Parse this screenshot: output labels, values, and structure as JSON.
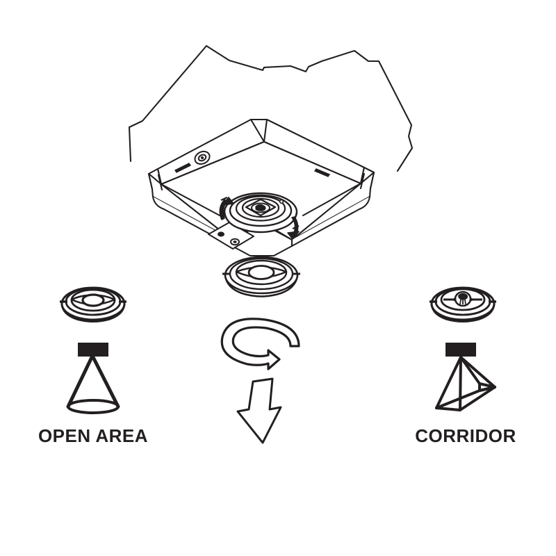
{
  "diagram": {
    "title": "Ceiling-mount detector lens selection and rotation diagram",
    "type": "technical-line-art",
    "colors": {
      "stroke": "#231f20",
      "fill_solid": "#231f20",
      "background": "#ffffff"
    },
    "labels": [
      {
        "id": "open-area",
        "text": "OPEN AREA"
      },
      {
        "id": "corridor",
        "text": "CORRIDOR"
      }
    ],
    "parts": [
      {
        "name": "ceiling-cutaway",
        "description": "jagged torn ceiling outline behind the detector"
      },
      {
        "name": "detector-housing",
        "description": "square ceiling-mount detector body in isometric view"
      },
      {
        "name": "side-indicator-led",
        "description": "small round LED on left side face"
      },
      {
        "name": "side-vent-slot",
        "description": "slot vent on left side face"
      },
      {
        "name": "side-vent-slot-right",
        "description": "slot vent on right side face"
      },
      {
        "name": "lens-socket",
        "description": "circular recessed lens socket on underside with rotation arrows"
      },
      {
        "name": "terminal-plate",
        "description": "small rectangular plate with two screw holes"
      },
      {
        "name": "lens-cap-installed",
        "description": "open-area lens cap detached below the socket"
      },
      {
        "name": "lens-open-area",
        "description": "open-area lens disc with bidirectional centre bar"
      },
      {
        "name": "lens-corridor",
        "description": "corridor lens disc with inward facing arrows"
      },
      {
        "name": "coverage-cone",
        "description": "conical open-area detection volume"
      },
      {
        "name": "coverage-wedge",
        "description": "elongated pyramidal corridor detection volume"
      },
      {
        "name": "rotation-arrow",
        "description": "clockwise curved arrow indicating lens rotation"
      },
      {
        "name": "down-arrow",
        "description": "downward arrow indicating lens removal direction"
      }
    ]
  }
}
